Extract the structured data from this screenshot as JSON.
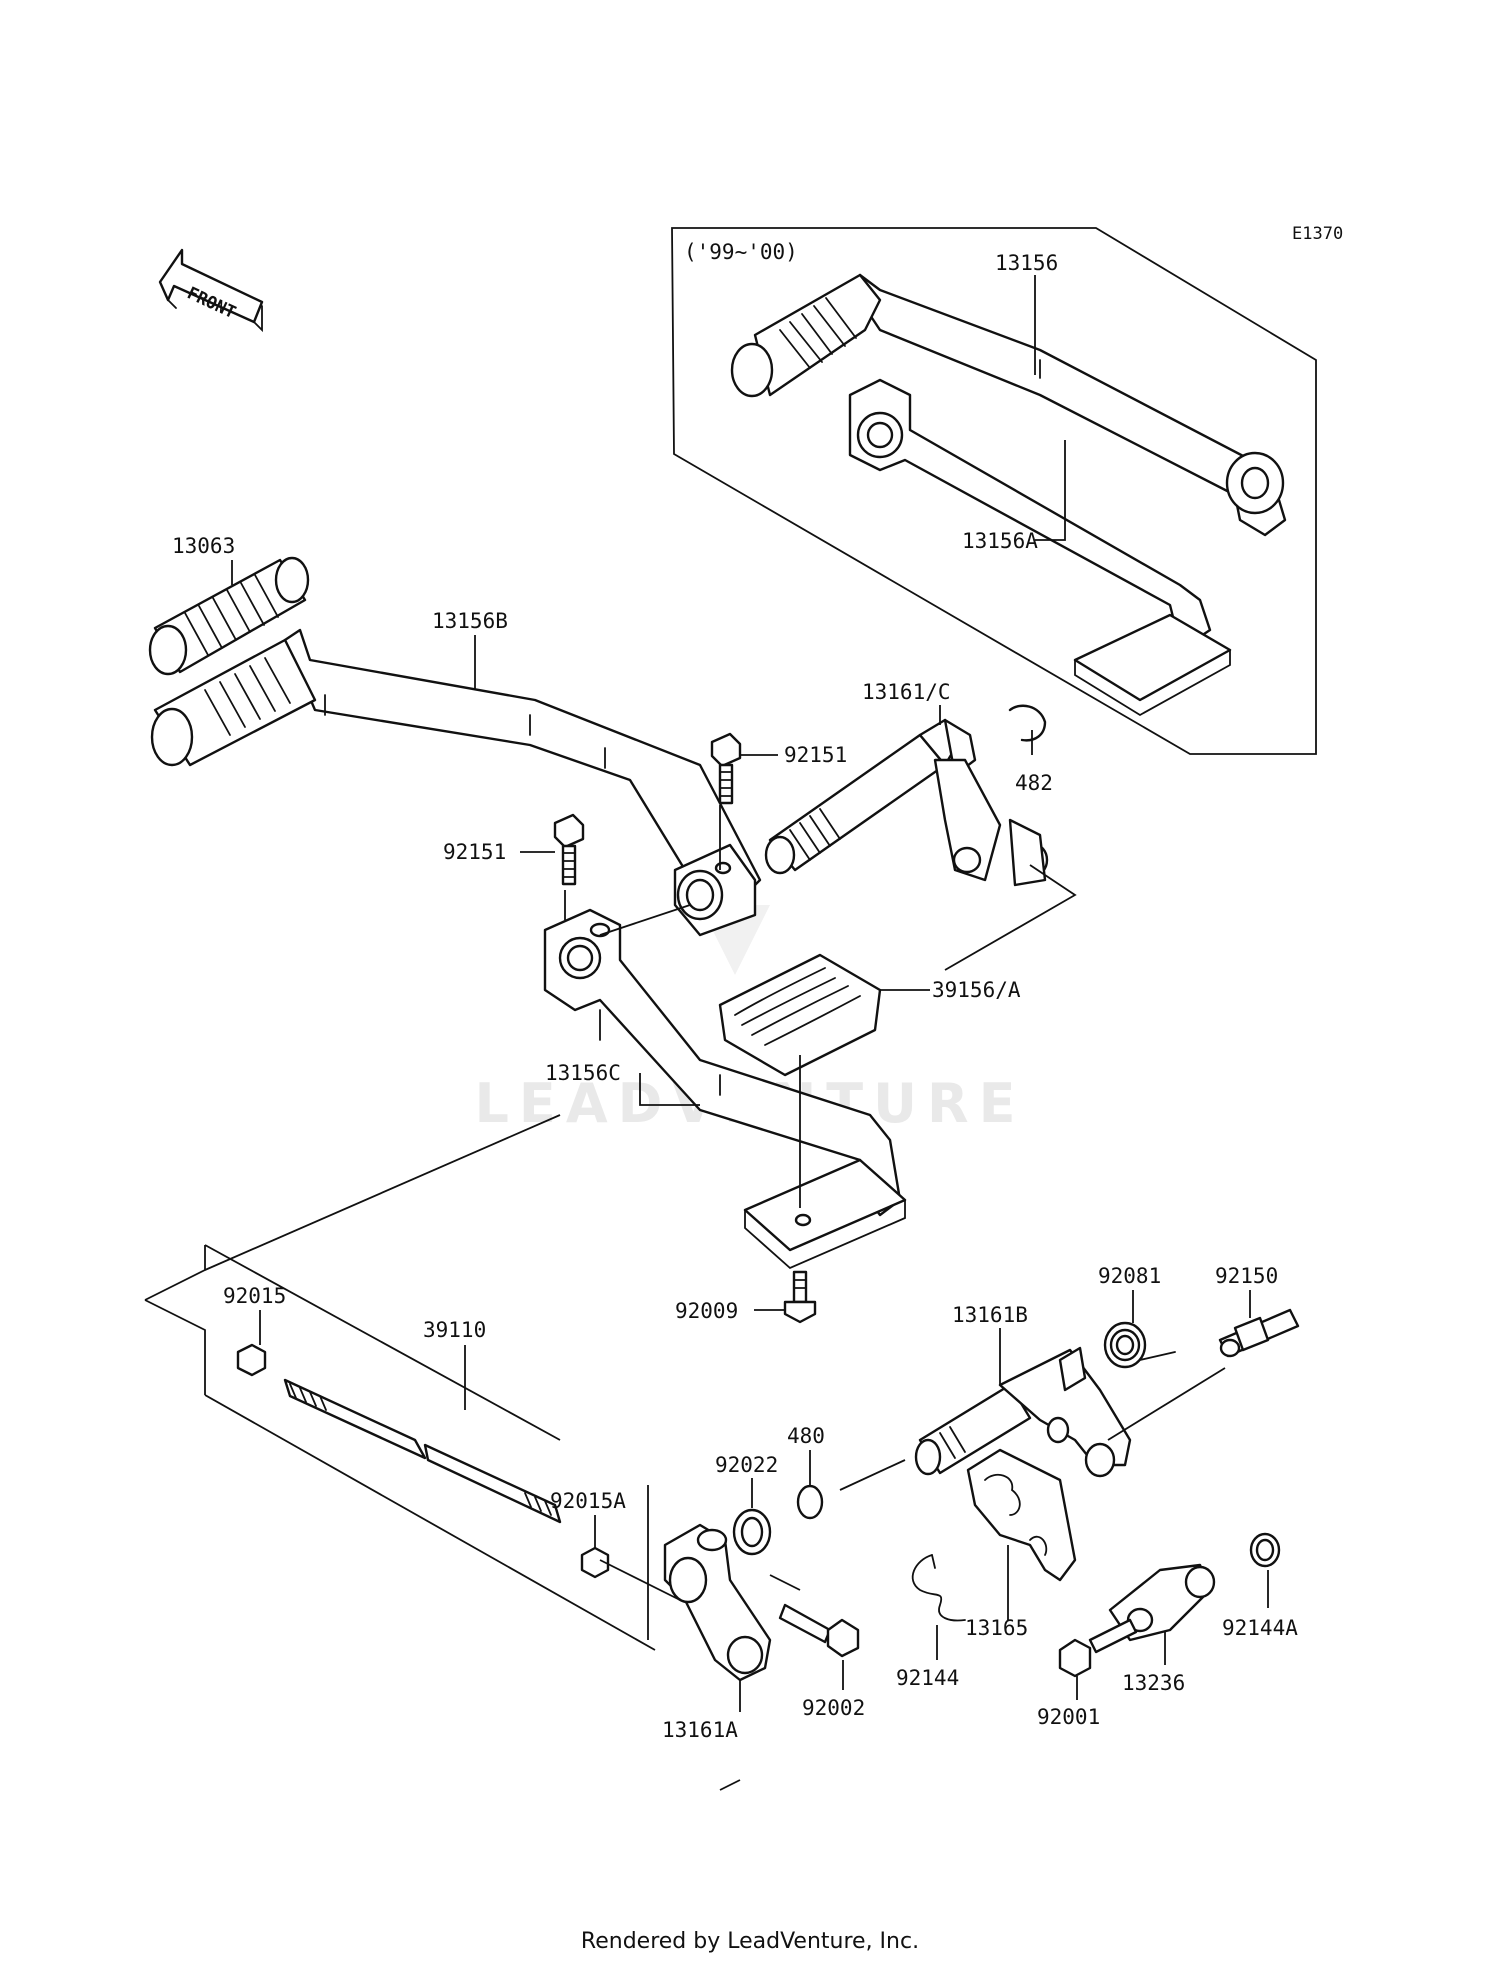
{
  "diagram_code": "E1370",
  "front_label": "FRONT",
  "year_range_label": "('99~'00)",
  "watermark": "LEADVENTURE",
  "footer": "Rendered by LeadVenture, Inc.",
  "callouts": [
    {
      "id": "13156",
      "text": "13156"
    },
    {
      "id": "13156A",
      "text": "13156A"
    },
    {
      "id": "13063",
      "text": "13063"
    },
    {
      "id": "13156B",
      "text": "13156B"
    },
    {
      "id": "13161C",
      "text": "13161/C"
    },
    {
      "id": "482",
      "text": "482"
    },
    {
      "id": "92151a",
      "text": "92151"
    },
    {
      "id": "92151b",
      "text": "92151"
    },
    {
      "id": "39156A",
      "text": "39156/A"
    },
    {
      "id": "13156C",
      "text": "13156C"
    },
    {
      "id": "92009",
      "text": "92009"
    },
    {
      "id": "92081",
      "text": "92081"
    },
    {
      "id": "92150",
      "text": "92150"
    },
    {
      "id": "92015",
      "text": "92015"
    },
    {
      "id": "39110",
      "text": "39110"
    },
    {
      "id": "13161B",
      "text": "13161B"
    },
    {
      "id": "480",
      "text": "480"
    },
    {
      "id": "92022",
      "text": "92022"
    },
    {
      "id": "92015A",
      "text": "92015A"
    },
    {
      "id": "13165",
      "text": "13165"
    },
    {
      "id": "92144A",
      "text": "92144A"
    },
    {
      "id": "92144",
      "text": "92144"
    },
    {
      "id": "13236",
      "text": "13236"
    },
    {
      "id": "92002",
      "text": "92002"
    },
    {
      "id": "13161A",
      "text": "13161A"
    },
    {
      "id": "92001",
      "text": "92001"
    }
  ]
}
